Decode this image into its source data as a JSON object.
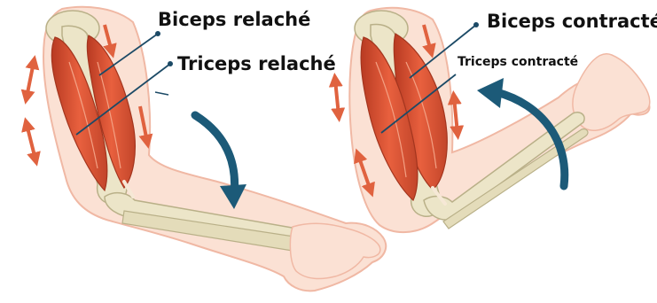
{
  "labels": {
    "biceps_relaxed": "Biceps relaché",
    "triceps_relaxed": "Triceps relaché",
    "biceps_contracted": "Biceps contracté",
    "triceps_contracted": "Triceps contracté"
  },
  "colors": {
    "skin": "#fbe1d4",
    "skin_outline": "#f0b8a4",
    "bone": "#ece5c8",
    "bone_outline": "#b9b088",
    "muscle": "#e1583a",
    "muscle_dark": "#b83a22",
    "muscle_light": "#f08a66",
    "rotation_arrow": "#1c5a78",
    "motion_arrow": "#e0623f",
    "leader_line": "#1c4a66"
  },
  "icons": {
    "rotation_arrow_relaxed": "curved-arrow-down-icon",
    "rotation_arrow_contracted": "curved-arrow-up-icon"
  }
}
